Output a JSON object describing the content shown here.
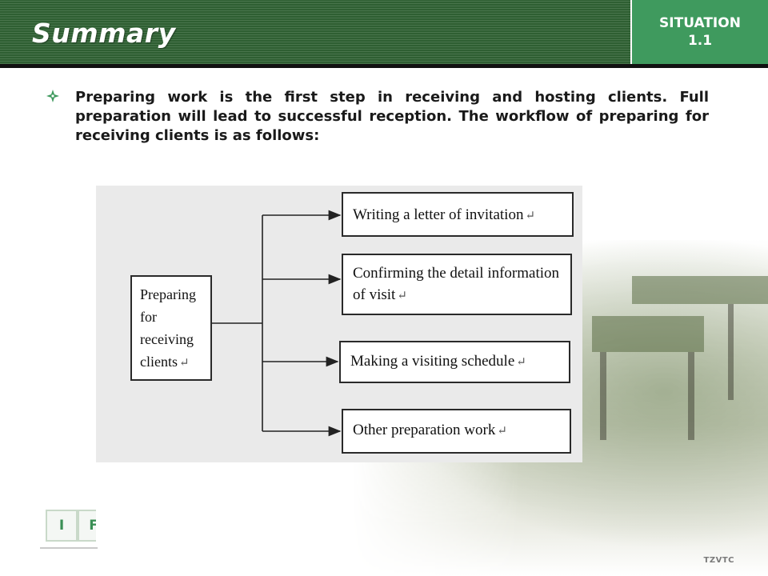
{
  "header": {
    "title": "Summary",
    "situation_line1": "SITUATION",
    "situation_line2": "1.1"
  },
  "bullet": {
    "text": "Preparing work is the first step in receiving and hosting clients. Full preparation will lead to successful reception. The workflow of preparing for receiving clients is as follows:"
  },
  "diagram": {
    "root": "Preparing for receiving clients",
    "steps": [
      "Writing a letter of invitation",
      "Confirming the detail information of visit",
      "Making a visiting schedule",
      "Other preparation work"
    ],
    "return_mark": "↵"
  },
  "nav": {
    "tabs": [
      "I",
      "F"
    ]
  },
  "footer": {
    "label": "TZVTC"
  },
  "colors": {
    "header_green": "#2e5f32",
    "situation_green": "#3f9a5e",
    "diagram_background": "#eaeaea"
  }
}
